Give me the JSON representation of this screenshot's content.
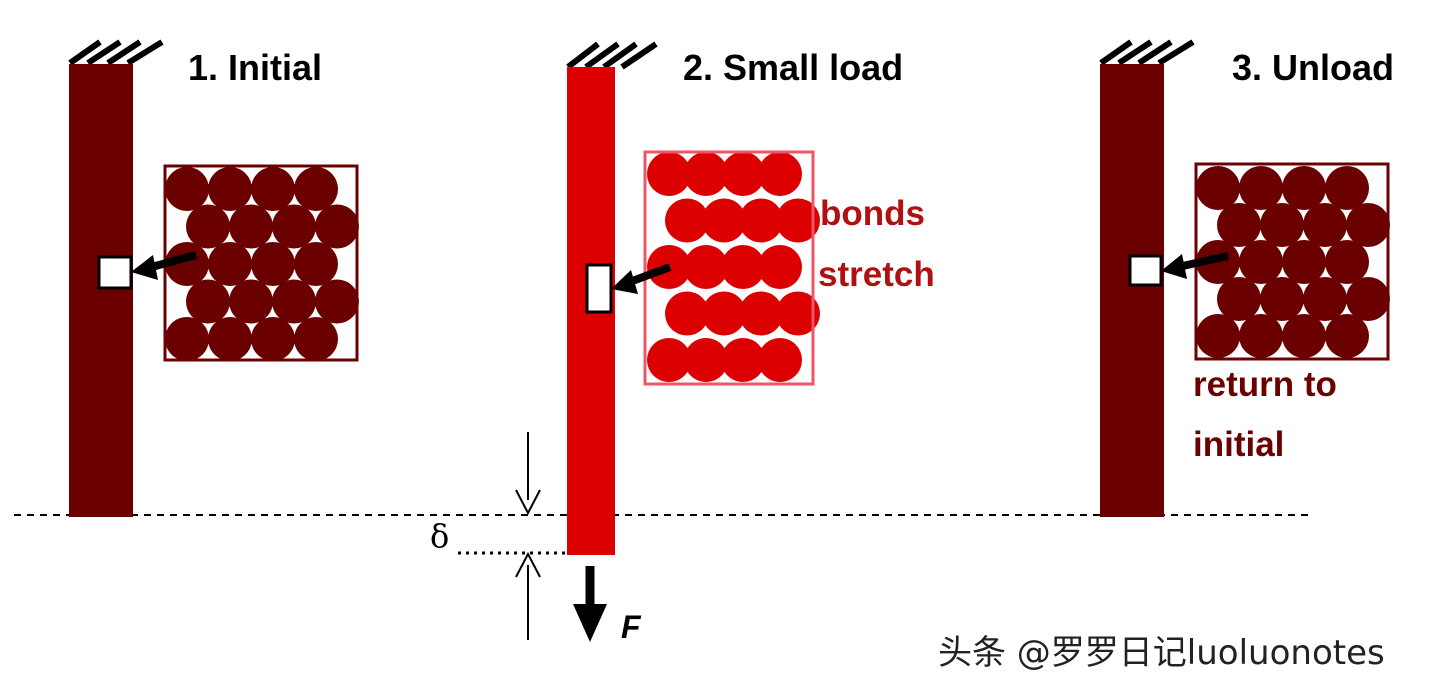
{
  "panels": [
    {
      "title": "1. Initial",
      "note_line1": "",
      "note_line2": ""
    },
    {
      "title": "2. Small load",
      "note_line1": "bonds",
      "note_line2": "stretch"
    },
    {
      "title": "3. Unload",
      "note_line1": "return to",
      "note_line2": "initial"
    }
  ],
  "symbols": {
    "delta": "δ",
    "force": "F"
  },
  "watermark": "头条 @罗罗日记luoluonotes",
  "colors": {
    "bar_unloaded": "#6b0000",
    "bar_loaded": "#dd0000",
    "atom_unloaded": "#6b0000",
    "atom_loaded": "#dd0000",
    "note_loaded": "#b01010",
    "note_unloaded": "#6b0000"
  }
}
